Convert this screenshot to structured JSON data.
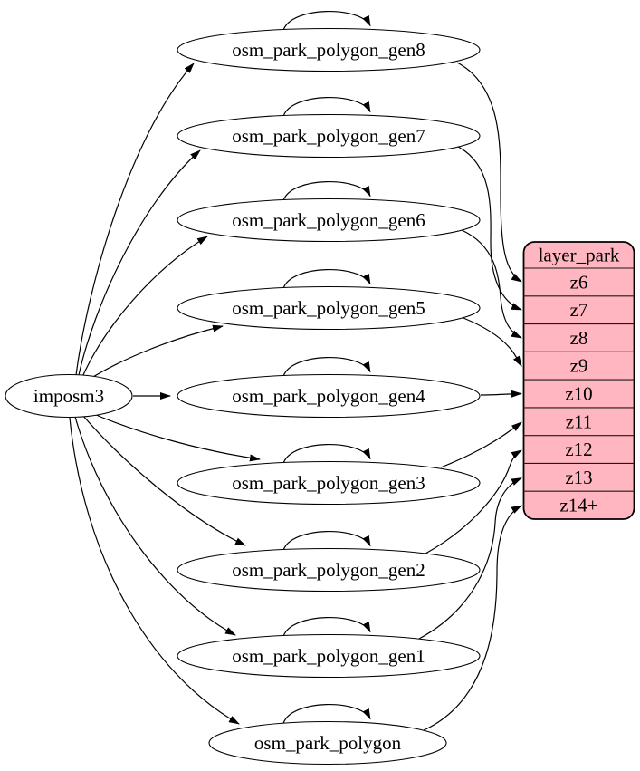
{
  "colors": {
    "layer_fill": "#ffb6c1",
    "node_fill": "#ffffff",
    "stroke": "#000000"
  },
  "source": {
    "label": "imposm3"
  },
  "generalized_tables": [
    {
      "label": "osm_park_polygon_gen8",
      "feeds_zoom": "z6"
    },
    {
      "label": "osm_park_polygon_gen7",
      "feeds_zoom": "z7"
    },
    {
      "label": "osm_park_polygon_gen6",
      "feeds_zoom": "z8"
    },
    {
      "label": "osm_park_polygon_gen5",
      "feeds_zoom": "z9"
    },
    {
      "label": "osm_park_polygon_gen4",
      "feeds_zoom": "z10"
    },
    {
      "label": "osm_park_polygon_gen3",
      "feeds_zoom": "z11"
    },
    {
      "label": "osm_park_polygon_gen2",
      "feeds_zoom": "z12"
    },
    {
      "label": "osm_park_polygon_gen1",
      "feeds_zoom": "z13"
    },
    {
      "label": "osm_park_polygon",
      "feeds_zoom": "z14+"
    }
  ],
  "layer_table": {
    "title": "layer_park",
    "rows": [
      "z6",
      "z7",
      "z8",
      "z9",
      "z10",
      "z11",
      "z12",
      "z13",
      "z14+"
    ]
  }
}
